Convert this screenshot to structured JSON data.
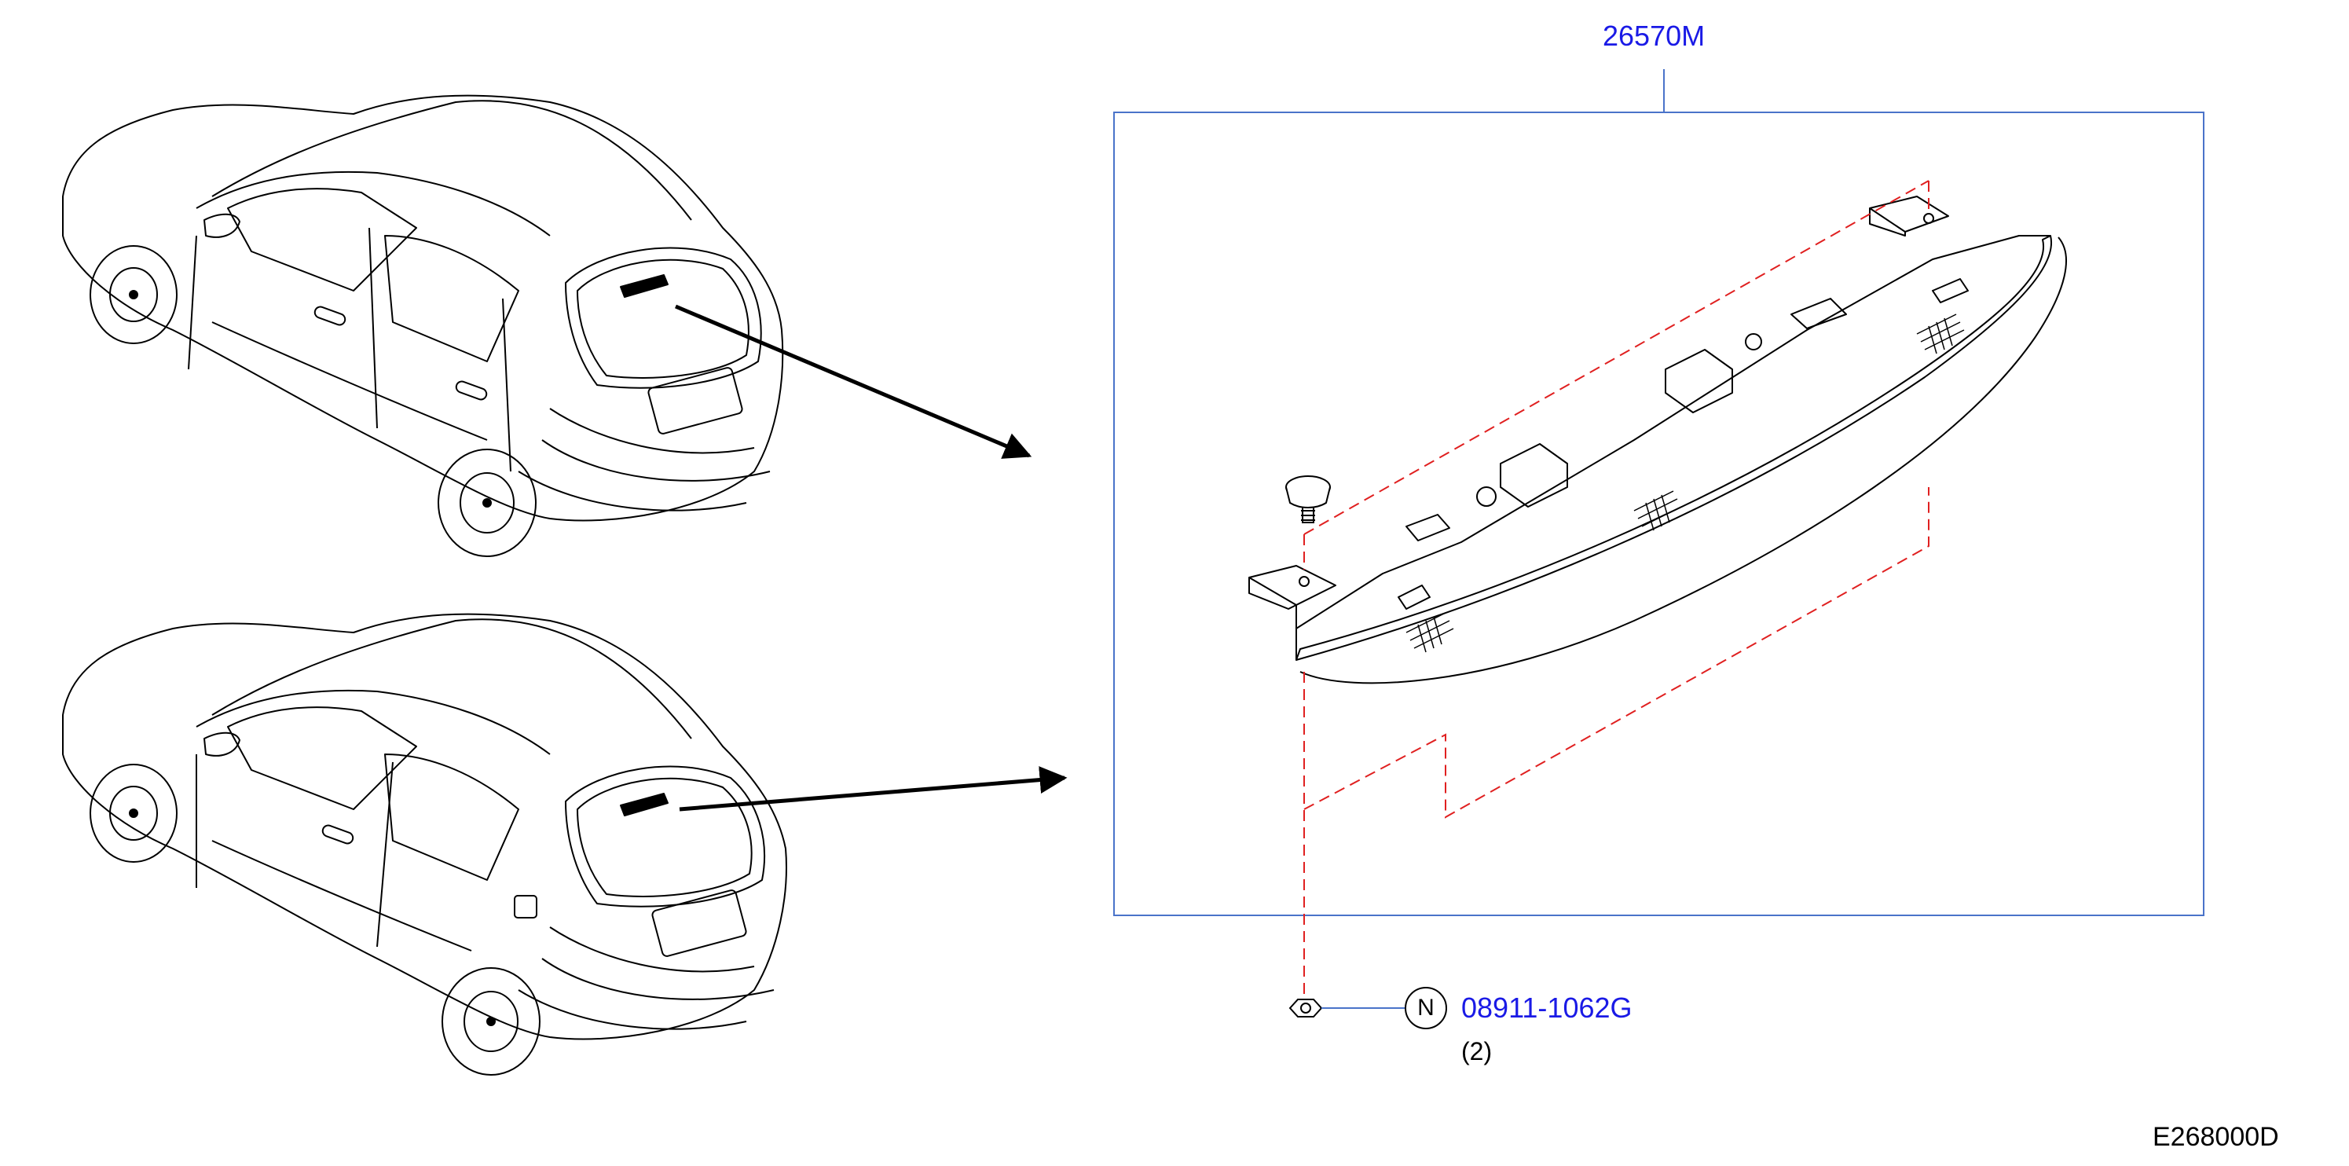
{
  "callouts": {
    "assembly_part": "26570M",
    "clip_part": "08911-1062G",
    "clip_qty": "(2)",
    "clip_marker": "N"
  },
  "diagram_code": "E268000D",
  "colors": {
    "link": "#1a1ae6",
    "frame": "#4a73c9",
    "dash": "#e02020",
    "line": "#000000"
  },
  "icons": [
    "car-5door-drawing",
    "car-3door-drawing",
    "high-mount-stop-lamp-drawing",
    "bulb-socket-icon",
    "clip-nut-icon"
  ]
}
